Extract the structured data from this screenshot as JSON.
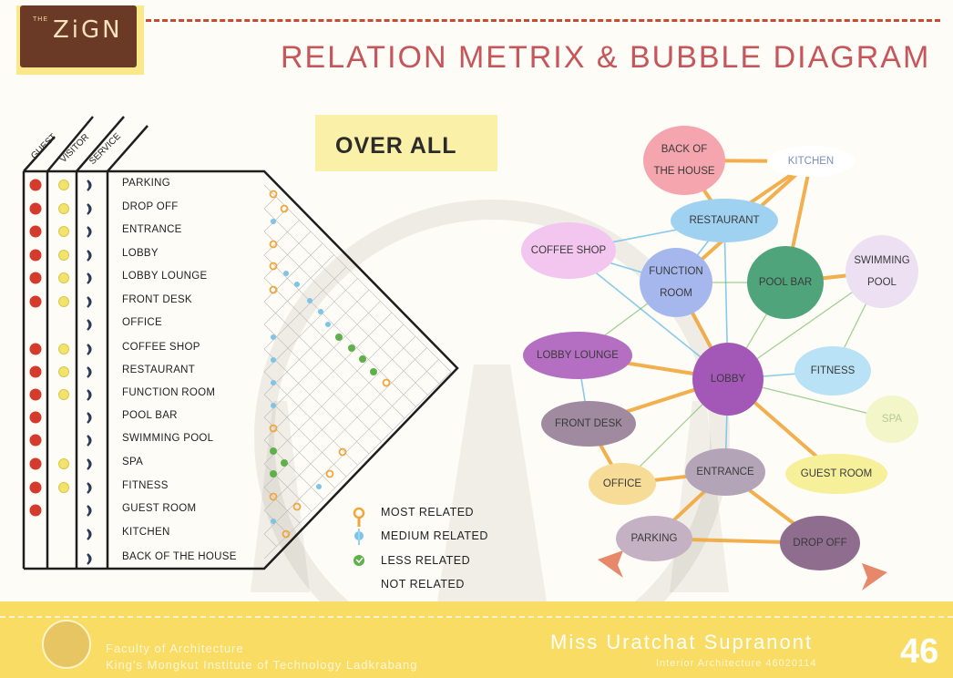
{
  "header": {
    "logo_the": "THE",
    "logo_text": "ZiGN",
    "title": "RELATION METRIX & BUBBLE DIAGRAM",
    "subtitle": "OVER ALL"
  },
  "matrix": {
    "column_headers": [
      "GUEST",
      "VISITOR",
      "SERVICE"
    ],
    "rows": [
      {
        "label": "PARKING",
        "guest": true,
        "visitor": true,
        "service": true
      },
      {
        "label": "DROP OFF",
        "guest": true,
        "visitor": true,
        "service": true
      },
      {
        "label": "ENTRANCE",
        "guest": true,
        "visitor": true,
        "service": true
      },
      {
        "label": "LOBBY",
        "guest": true,
        "visitor": true,
        "service": true
      },
      {
        "label": "LOBBY LOUNGE",
        "guest": true,
        "visitor": true,
        "service": true
      },
      {
        "label": "FRONT DESK",
        "guest": true,
        "visitor": true,
        "service": true
      },
      {
        "label": "OFFICE",
        "guest": false,
        "visitor": false,
        "service": true
      },
      {
        "label": "COFFEE SHOP",
        "guest": true,
        "visitor": true,
        "service": true
      },
      {
        "label": "RESTAURANT",
        "guest": true,
        "visitor": true,
        "service": true
      },
      {
        "label": "FUNCTION ROOM",
        "guest": true,
        "visitor": true,
        "service": true
      },
      {
        "label": "POOL BAR",
        "guest": true,
        "visitor": false,
        "service": true
      },
      {
        "label": "SWIMMING POOL",
        "guest": true,
        "visitor": false,
        "service": true
      },
      {
        "label": "SPA",
        "guest": true,
        "visitor": true,
        "service": true
      },
      {
        "label": "FITNESS",
        "guest": true,
        "visitor": true,
        "service": true
      },
      {
        "label": "GUEST ROOM",
        "guest": true,
        "visitor": false,
        "service": true
      },
      {
        "label": "KITCHEN",
        "guest": false,
        "visitor": false,
        "service": true
      },
      {
        "label": "BACK OF THE HOUSE",
        "guest": false,
        "visitor": false,
        "service": true
      }
    ]
  },
  "legend": [
    {
      "label": "MOST RELATED",
      "color": "#f0a63c"
    },
    {
      "label": "MEDIUM RELATED",
      "color": "#7cc4e8"
    },
    {
      "label": "LESS RELATED",
      "color": "#5fb04a"
    },
    {
      "label": "NOT RELATED",
      "color": ""
    }
  ],
  "bubbles": [
    {
      "id": "back",
      "lines": [
        "BACK OF",
        "THE HOUSE"
      ],
      "color": "#f4a5ad"
    },
    {
      "id": "kitchen",
      "lines": [
        "KITCHEN"
      ],
      "color": "#ffffff",
      "text_color": "#7a8fb8"
    },
    {
      "id": "restaurant",
      "lines": [
        "RESTAURANT"
      ],
      "color": "#9fd2f1"
    },
    {
      "id": "coffee",
      "lines": [
        "COFFEE SHOP"
      ],
      "color": "#f3c6ef"
    },
    {
      "id": "function",
      "lines": [
        "FUNCTION",
        "ROOM"
      ],
      "color": "#a6b7ee"
    },
    {
      "id": "poolbar",
      "lines": [
        "POOL BAR"
      ],
      "color": "#4fa47c"
    },
    {
      "id": "pool",
      "lines": [
        "SWIMMING",
        "POOL"
      ],
      "color": "#ece0f2"
    },
    {
      "id": "lounge",
      "lines": [
        "LOBBY LOUNGE"
      ],
      "color": "#b56fc2"
    },
    {
      "id": "lobby",
      "lines": [
        "LOBBY"
      ],
      "color": "#a357b7"
    },
    {
      "id": "fitness",
      "lines": [
        "FITNESS"
      ],
      "color": "#b9e2f6"
    },
    {
      "id": "spa",
      "lines": [
        "SPA"
      ],
      "color": "#f2f6c8",
      "text_color": "#b8c69a"
    },
    {
      "id": "frontdesk",
      "lines": [
        "FRONT DESK"
      ],
      "color": "#9f8a9f"
    },
    {
      "id": "office",
      "lines": [
        "OFFICE"
      ],
      "color": "#f6dc97"
    },
    {
      "id": "entrance",
      "lines": [
        "ENTRANCE"
      ],
      "color": "#b3a5b7"
    },
    {
      "id": "guestroom",
      "lines": [
        "GUEST ROOM"
      ],
      "color": "#f6f09a"
    },
    {
      "id": "parking",
      "lines": [
        "PARKING"
      ],
      "color": "#c4b2c4"
    },
    {
      "id": "dropoff",
      "lines": [
        "DROP OFF"
      ],
      "color": "#8f6d8e"
    }
  ],
  "colors": {
    "guest_dot": "#d53b2c",
    "visitor_dot": "#f1e36c",
    "service_mark": "#2c3a5a",
    "most": "#f0a63c",
    "medium": "#7cc4e8",
    "less": "#5fb04a"
  },
  "footer": {
    "faculty": "Faculty of Architecture",
    "institute": "King's Mongkut Institute of Technology Ladkrabang",
    "name": "Miss Uratchat Supranont",
    "program": "Interior Architecture 46020114",
    "page": "46"
  }
}
